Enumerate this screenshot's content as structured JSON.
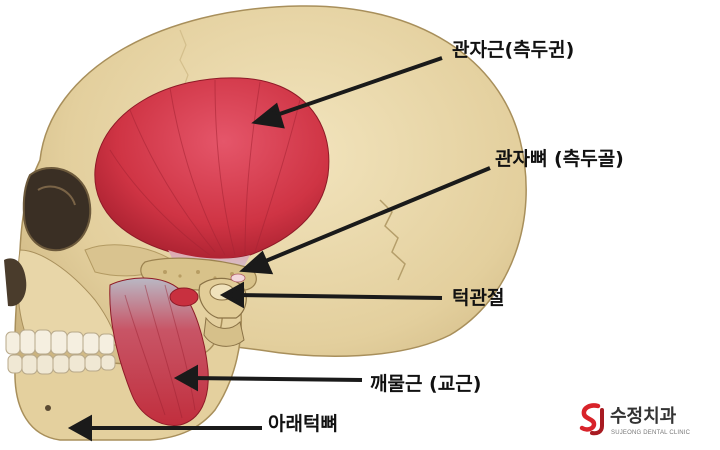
{
  "labels": {
    "temporalis": "관자근(측두귄)",
    "temporal_bone": "관자뼈 (측두골)",
    "tmj": "턱관절",
    "masseter": "깨물근 (교근)",
    "mandible": "아래턱뼈"
  },
  "logo": {
    "name": "수정치과",
    "subtitle": "SUJEONG DENTAL CLINIC",
    "mark": "SJ"
  },
  "colors": {
    "bone": "#e6d3a4",
    "bone_shadow": "#c9b27c",
    "muscle": "#d23a48",
    "muscle_dark": "#a81f2f",
    "tendon": "#c9cbd2",
    "arrow": "#1a1a1a",
    "logo_red": "#d8232a"
  }
}
